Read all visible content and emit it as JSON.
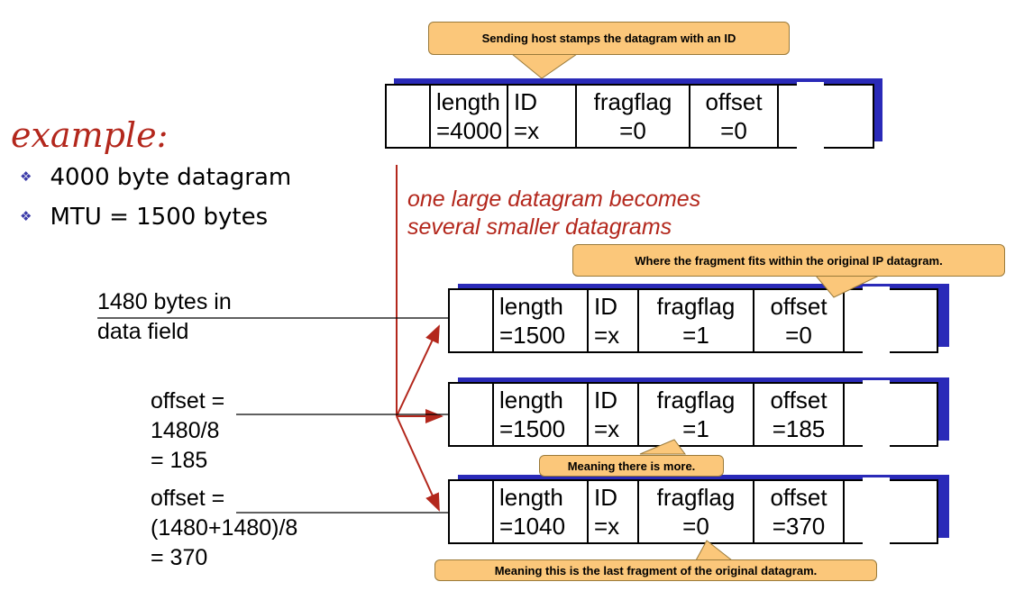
{
  "title": "example:",
  "bullets": [
    "4000 byte datagram",
    "MTU = 1500 bytes"
  ],
  "red_note": [
    "one large datagram becomes",
    "several smaller datagrams"
  ],
  "left_labels": {
    "frag1": [
      "1480 bytes in",
      "data field"
    ],
    "frag2": [
      "offset =",
      "1480/8",
      "= 185"
    ],
    "frag3": [
      "offset =",
      "(1480+1480)/8",
      "= 370"
    ]
  },
  "callouts": {
    "id_stamp": "Sending host stamps the datagram with an ID",
    "offset_fit": "Where the fragment fits within the original IP datagram.",
    "more": "Meaning there is more.",
    "last": "Meaning this is the last fragment of the original datagram."
  },
  "datagrams": {
    "original": {
      "length": [
        "length",
        "=4000"
      ],
      "id": [
        "ID",
        "=x"
      ],
      "fragflag": [
        "fragflag",
        "=0"
      ],
      "offset": [
        "offset",
        "=0"
      ]
    },
    "frag1": {
      "length": [
        "length",
        "=1500"
      ],
      "id": [
        "ID",
        "=x"
      ],
      "fragflag": [
        "fragflag",
        "=1"
      ],
      "offset": [
        "offset",
        "=0"
      ]
    },
    "frag2": {
      "length": [
        "length",
        "=1500"
      ],
      "id": [
        "ID",
        "=x"
      ],
      "fragflag": [
        "fragflag",
        "=1"
      ],
      "offset": [
        "offset",
        "=185"
      ]
    },
    "frag3": {
      "length": [
        "length",
        "=1040"
      ],
      "id": [
        "ID",
        "=x"
      ],
      "fragflag": [
        "fragflag",
        "=0"
      ],
      "offset": [
        "offset",
        "=370"
      ]
    }
  },
  "colors": {
    "accent_red": "#b3271c",
    "shadow_blue": "#2a2ab8",
    "callout_fill": "#fbc77a"
  }
}
